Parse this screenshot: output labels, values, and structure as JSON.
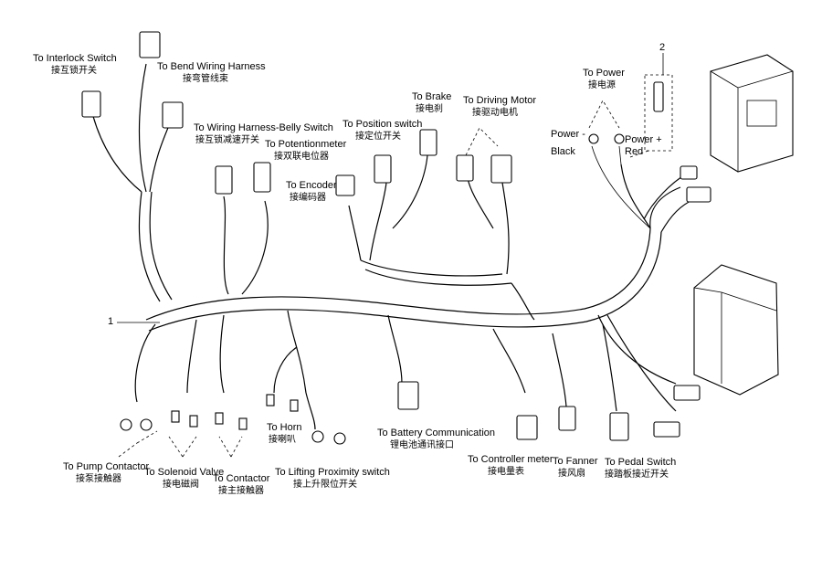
{
  "callouts": {
    "one": "1",
    "two": "2"
  },
  "labels": {
    "interlock": {
      "en": "To  Interlock Switch",
      "cn": "接互锁开关"
    },
    "bend": {
      "en": "To  Bend Wiring Harness",
      "cn": "接弯管线束"
    },
    "belly": {
      "en": "To  Wiring Harness-Belly Switch",
      "cn": "接互锁减速开关"
    },
    "potentiometer": {
      "en": "To Potentionmeter",
      "cn": "接双联电位器"
    },
    "encoder": {
      "en": "To Encoder",
      "cn": "接编码器"
    },
    "position": {
      "en": "To Position switch",
      "cn": "接定位开关"
    },
    "brake": {
      "en": "To  Brake",
      "cn": "接电刹"
    },
    "driving": {
      "en": "To Driving Motor",
      "cn": "接驱动电机"
    },
    "power": {
      "en": "To Power",
      "cn": "接电源"
    },
    "power_minus": {
      "en": "Power -",
      "en2": "Black"
    },
    "power_plus": {
      "en": "Power +",
      "en2": "Red"
    },
    "pump": {
      "en": "To Pump Contactor",
      "cn": "接泵接触器"
    },
    "solenoid": {
      "en": "To Solenoid Valve",
      "cn": "接电磁阀"
    },
    "contactor": {
      "en": "To Contactor",
      "cn": "接主接触器"
    },
    "horn": {
      "en": "To Horn",
      "cn": "接喇叭"
    },
    "lifting": {
      "en": "To  Lifting Proximity switch",
      "cn": "接上升限位开关"
    },
    "battery": {
      "en": "To Battery Communication",
      "cn": "锂电池通讯接口"
    },
    "meter": {
      "en": "To Controller meter",
      "cn": "接电量表"
    },
    "fanner": {
      "en": "To  Fanner",
      "cn": "接风扇"
    },
    "pedal": {
      "en": "To Pedal Switch",
      "cn": "接踏板接近开关"
    }
  }
}
